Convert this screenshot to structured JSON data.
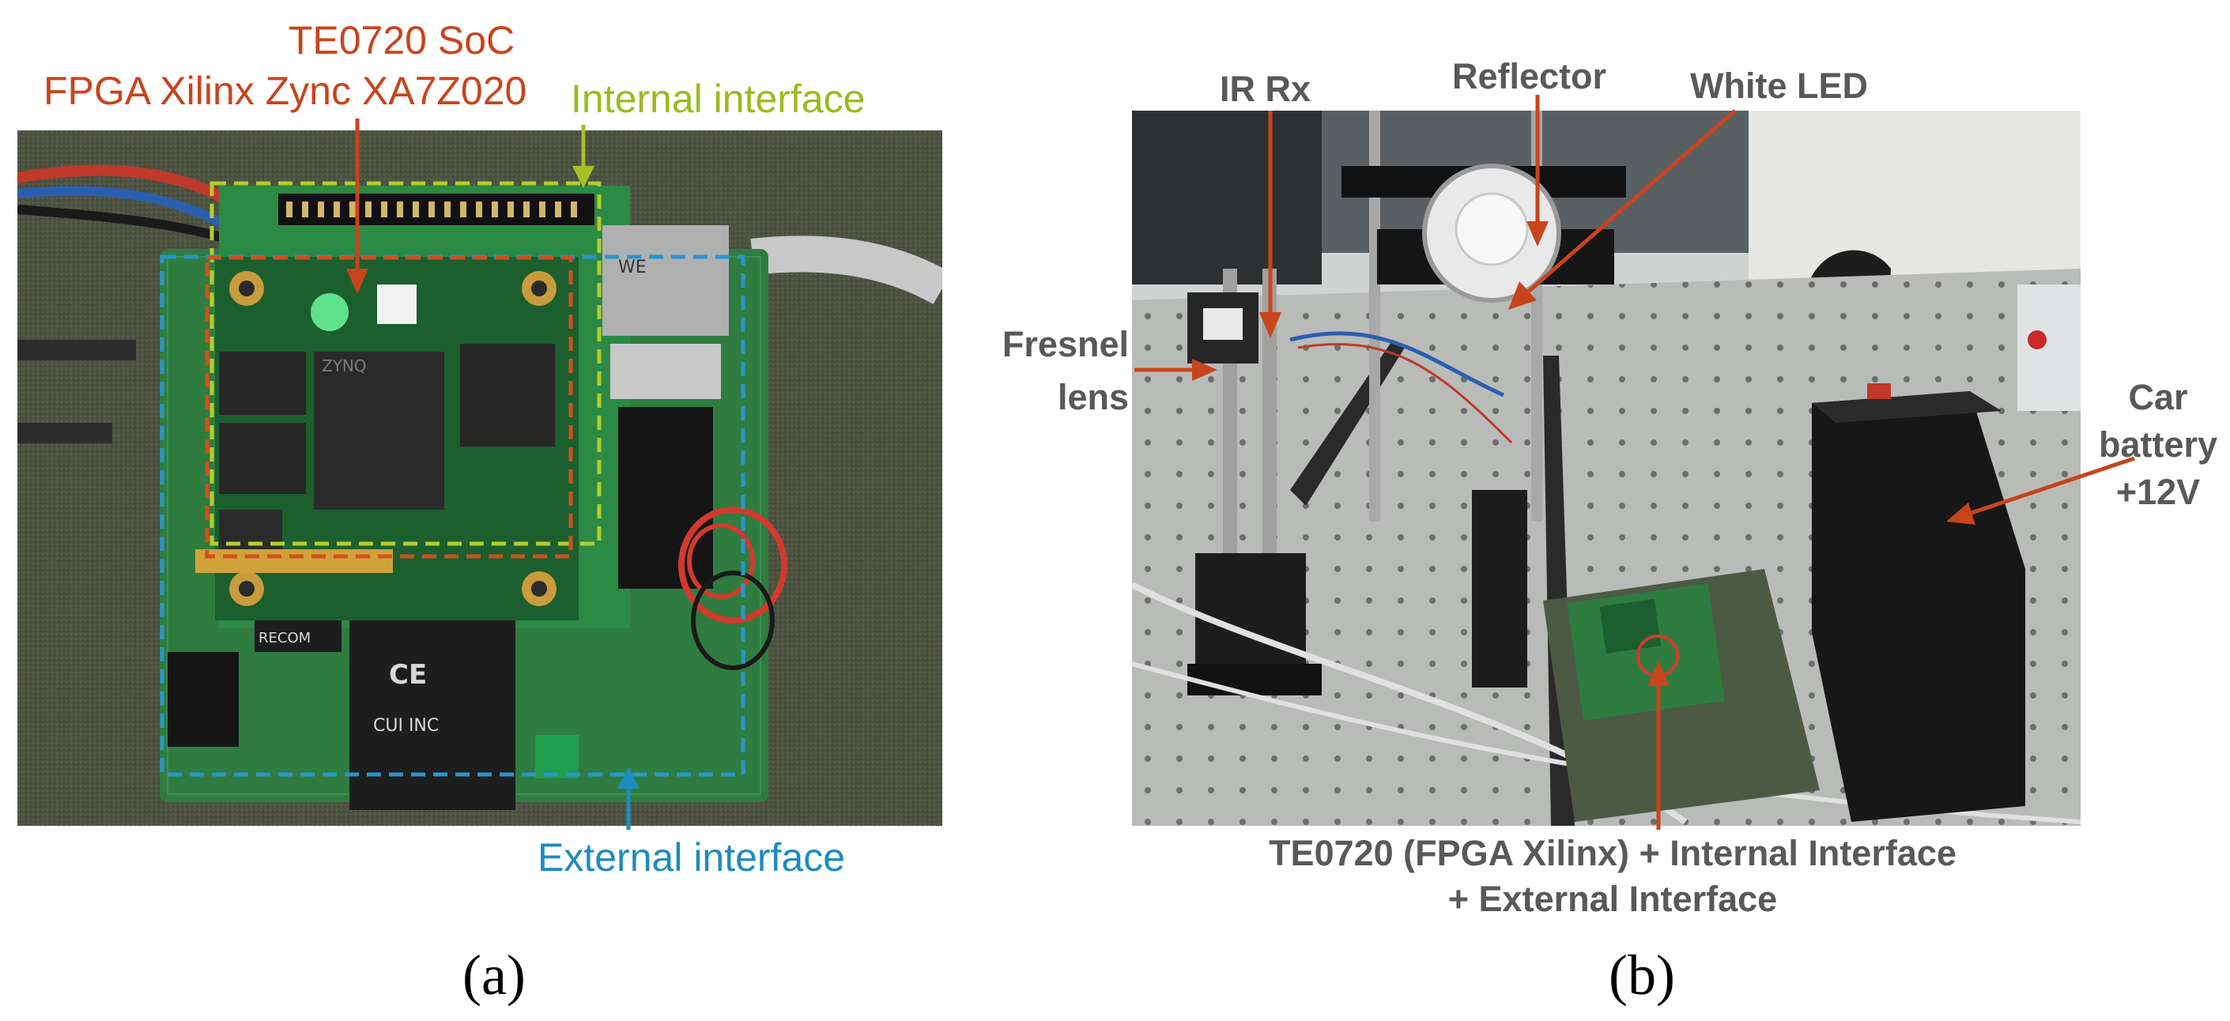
{
  "panel_a": {
    "tag": "(a)",
    "labels": {
      "soc_line1": "TE0720 SoC",
      "soc_line2": "FPGA Xilinx Zync XA7Z020",
      "internal": "Internal interface",
      "external": "External interface"
    },
    "board_prints": {
      "module_chip": "ZYNQ",
      "brand": "CUI INC",
      "connector": "WE",
      "ce": "CE",
      "recom": "RECOM"
    },
    "colors": {
      "soc": "#c8441c",
      "internal": "#9bba1e",
      "external": "#1e8bbf",
      "table": "#4e5342",
      "pcb": "#2a7a3c",
      "module": "#1b5a2c"
    }
  },
  "panel_b": {
    "tag": "(b)",
    "labels": {
      "ir_rx": "IR Rx",
      "reflector": "Reflector",
      "white_led": "White LED",
      "fresnel_line1": "Fresnel",
      "fresnel_line2": "lens",
      "car_line1": "Car",
      "car_line2": "battery",
      "car_line3": "+12V",
      "bottom_line1": "TE0720 (FPGA Xilinx) + Internal Interface",
      "bottom_line2": "+ External Interface"
    },
    "colors": {
      "arrow": "#c8441c",
      "label": "#595959",
      "table": "#b7b9b6",
      "battery": "#1a1a1a"
    }
  }
}
